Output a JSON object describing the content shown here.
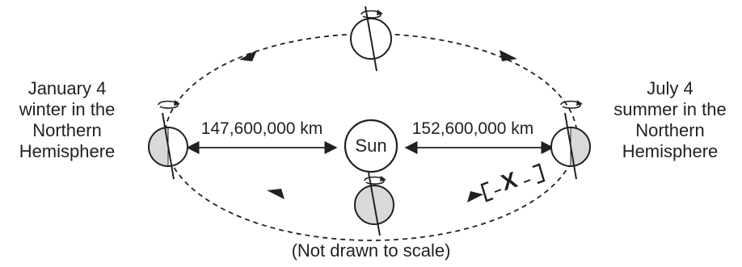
{
  "positions": {
    "left": {
      "lines": [
        "January 4",
        "winter in the",
        "Northern",
        "Hemisphere"
      ]
    },
    "right": {
      "lines": [
        "July 4",
        "summer in the",
        "Northern",
        "Hemisphere"
      ]
    }
  },
  "distances": {
    "perihelion": "147,600,000 km",
    "aphelion": "152,600,000 km"
  },
  "sun_label": "Sun",
  "marker_label": "X",
  "caption": "(Not drawn to scale)"
}
